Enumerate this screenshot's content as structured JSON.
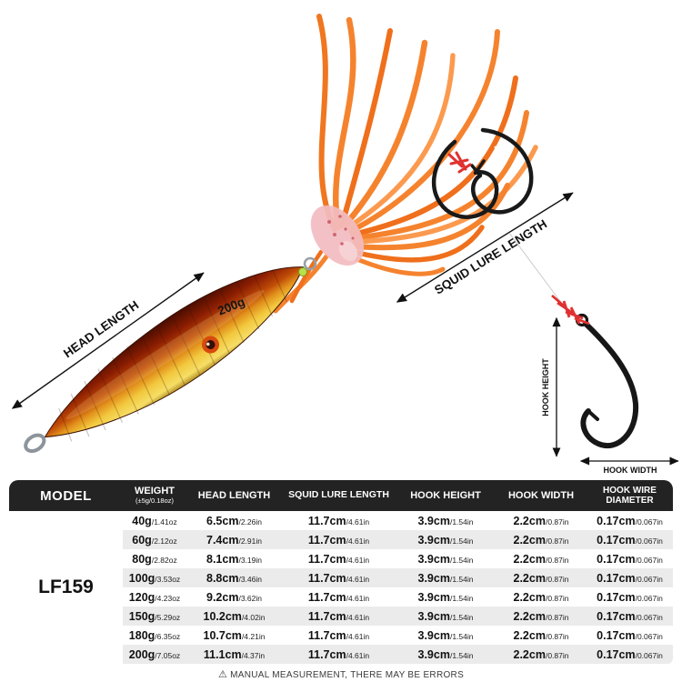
{
  "photo": {
    "weight_label": "200g",
    "head_length_label": "HEAD LENGTH",
    "squid_lure_length_label": "SQUID LURE LENGTH",
    "hook_height_label": "HOOK HEIGHT",
    "hook_width_label": "HOOK WIDTH",
    "colors": {
      "skirt_orange": "#F5832E",
      "jig_red": "#8A1D02",
      "jig_gold": "#F2C83E",
      "hook_black": "#191919",
      "thread_red": "#E03131"
    }
  },
  "table": {
    "model_header": "MODEL",
    "model_value": "LF159",
    "columns": [
      "WEIGHT",
      "HEAD LENGTH",
      "SQUID LURE LENGTH",
      "HOOK HEIGHT",
      "HOOK WIDTH",
      "HOOK WIRE DIAMETER"
    ],
    "weight_sub_header": "(±5g/0.18oz)",
    "rows": [
      {
        "weight": [
          "40g",
          "/1.41oz"
        ],
        "head_length": [
          "6.5cm",
          "/2.26in"
        ],
        "squid_lure_length": [
          "11.7cm",
          "/4.61in"
        ],
        "hook_height": [
          "3.9cm",
          "/1.54in"
        ],
        "hook_width": [
          "2.2cm",
          "/0.87in"
        ],
        "hook_wire_diameter": [
          "0.17cm",
          "/0.067in"
        ]
      },
      {
        "weight": [
          "60g",
          "/2.12oz"
        ],
        "head_length": [
          "7.4cm",
          "/2.91in"
        ],
        "squid_lure_length": [
          "11.7cm",
          "/4.61in"
        ],
        "hook_height": [
          "3.9cm",
          "/1.54in"
        ],
        "hook_width": [
          "2.2cm",
          "/0.87in"
        ],
        "hook_wire_diameter": [
          "0.17cm",
          "/0.067in"
        ]
      },
      {
        "weight": [
          "80g",
          "/2.82oz"
        ],
        "head_length": [
          "8.1cm",
          "/3.19in"
        ],
        "squid_lure_length": [
          "11.7cm",
          "/4.61in"
        ],
        "hook_height": [
          "3.9cm",
          "/1.54in"
        ],
        "hook_width": [
          "2.2cm",
          "/0.87in"
        ],
        "hook_wire_diameter": [
          "0.17cm",
          "/0.067in"
        ]
      },
      {
        "weight": [
          "100g",
          "/3.53oz"
        ],
        "head_length": [
          "8.8cm",
          "/3.46in"
        ],
        "squid_lure_length": [
          "11.7cm",
          "/4.61in"
        ],
        "hook_height": [
          "3.9cm",
          "/1.54in"
        ],
        "hook_width": [
          "2.2cm",
          "/0.87in"
        ],
        "hook_wire_diameter": [
          "0.17cm",
          "/0.067in"
        ]
      },
      {
        "weight": [
          "120g",
          "/4.23oz"
        ],
        "head_length": [
          "9.2cm",
          "/3.62in"
        ],
        "squid_lure_length": [
          "11.7cm",
          "/4.61in"
        ],
        "hook_height": [
          "3.9cm",
          "/1.54in"
        ],
        "hook_width": [
          "2.2cm",
          "/0.87in"
        ],
        "hook_wire_diameter": [
          "0.17cm",
          "/0.067in"
        ]
      },
      {
        "weight": [
          "150g",
          "/5.29oz"
        ],
        "head_length": [
          "10.2cm",
          "/4.02in"
        ],
        "squid_lure_length": [
          "11.7cm",
          "/4.61in"
        ],
        "hook_height": [
          "3.9cm",
          "/1.54in"
        ],
        "hook_width": [
          "2.2cm",
          "/0.87in"
        ],
        "hook_wire_diameter": [
          "0.17cm",
          "/0.067in"
        ]
      },
      {
        "weight": [
          "180g",
          "/6.35oz"
        ],
        "head_length": [
          "10.7cm",
          "/4.21in"
        ],
        "squid_lure_length": [
          "11.7cm",
          "/4.61in"
        ],
        "hook_height": [
          "3.9cm",
          "/1.54in"
        ],
        "hook_width": [
          "2.2cm",
          "/0.87in"
        ],
        "hook_wire_diameter": [
          "0.17cm",
          "/0.067in"
        ]
      },
      {
        "weight": [
          "200g",
          "/7.05oz"
        ],
        "head_length": [
          "11.1cm",
          "/4.37in"
        ],
        "squid_lure_length": [
          "11.7cm",
          "/4.61in"
        ],
        "hook_height": [
          "3.9cm",
          "/1.54in"
        ],
        "hook_width": [
          "2.2cm",
          "/0.87in"
        ],
        "hook_wire_diameter": [
          "0.17cm",
          "/0.067in"
        ]
      }
    ]
  },
  "footer": {
    "icon": "⚠",
    "text": "MANUAL MEASUREMENT, THERE MAY BE ERRORS"
  }
}
